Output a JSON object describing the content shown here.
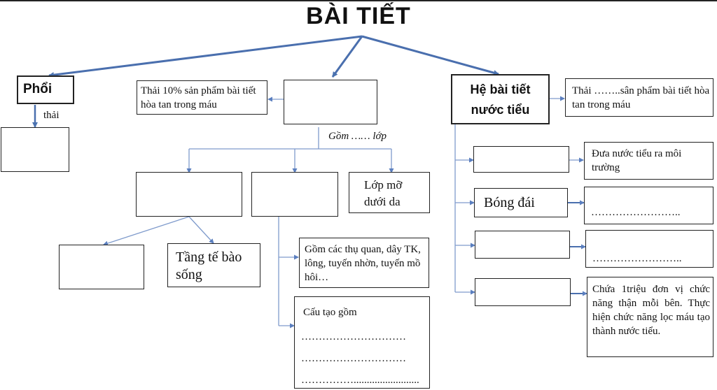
{
  "title": "BÀI TIẾT",
  "lung": {
    "label": "Phổi",
    "arrow_label": "thải"
  },
  "skin": {
    "left_note": "Thải 10% sản phẩm bài tiết hòa tan trong máu",
    "layers_label": "Gồm …… lớp",
    "fat_layer": "Lớp mỡ dưới da",
    "living_cell_layer": "Tầng tế bào sống",
    "dermis_note": "Gồm các thụ quan, dây TK, lông, tuyến nhờn, tuyến mồ hôi…",
    "structure_title": "Cấu tạo gồm",
    "structure_lines": [
      "…………………………",
      "…………………………",
      "……………........................."
    ]
  },
  "urinary": {
    "label_line1": "Hệ bài tiết",
    "label_line2": "nước tiểu",
    "right_note": "Thải ……..sân phẩm bài tiết hòa tan trong máu",
    "note_urethra": "Đưa nước tiểu ra môi trường",
    "bladder": "Bóng đái",
    "bladder_fill": "……………………..",
    "ureter_fill": "……………………..",
    "note_kidney": "Chứa 1triệu đơn vị chức năng thận mỗi bên. Thực hiện chức năng lọc máu tạo thành nước tiểu."
  }
}
